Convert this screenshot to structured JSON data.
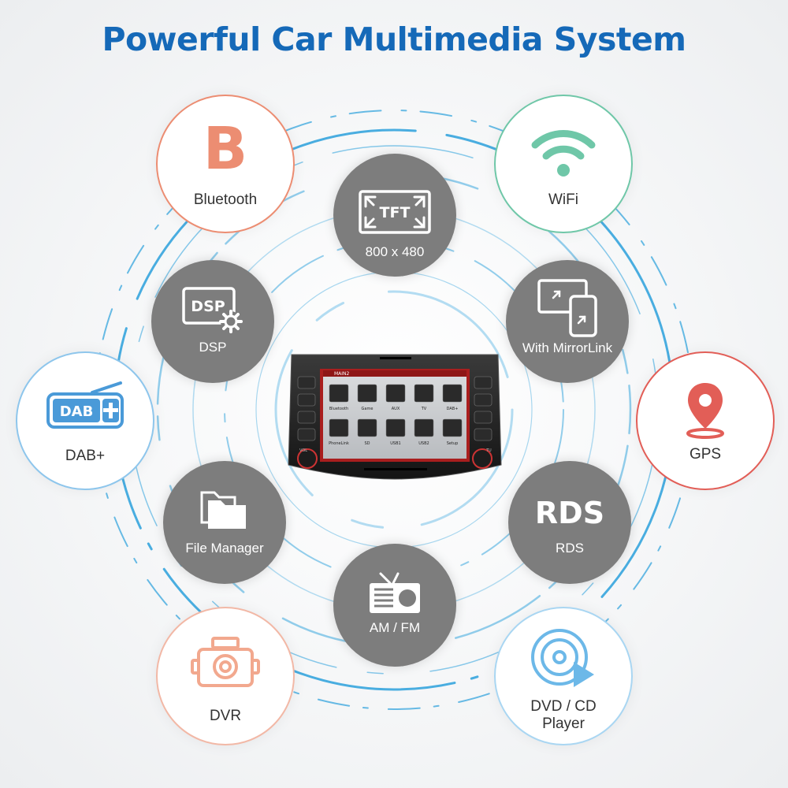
{
  "title": "Powerful Car Multimedia System",
  "colors": {
    "title": "#1569b8",
    "ring": "#2aa0dc",
    "bluetooth": "#ec8d72",
    "wifi": "#6fc7a8",
    "gps": "#e25e57",
    "dab": "#4a9ad8",
    "dvr": "#f2a88e",
    "dvd": "#6cb8e8",
    "feature_gray": "#7d7d7d"
  },
  "features": {
    "bluetooth": {
      "label": "Bluetooth",
      "icon": "bluetooth-b-icon",
      "glyph": "B"
    },
    "wifi": {
      "label": "WiFi",
      "icon": "wifi-icon"
    },
    "gps": {
      "label": "GPS",
      "icon": "map-pin-icon"
    },
    "dab": {
      "label": "DAB+",
      "icon": "dab-radio-icon",
      "badge": "DAB"
    },
    "dvr": {
      "label": "DVR",
      "icon": "dash-camera-icon"
    },
    "dvd": {
      "label_line1": "DVD / CD",
      "label_line2": "Player",
      "icon": "disc-play-icon"
    },
    "tft": {
      "label": "800 x 480",
      "icon": "tft-screen-icon",
      "badge": "TFT"
    },
    "mirrorlink": {
      "label": "With MirrorLink",
      "icon": "mirrorlink-icon"
    },
    "dsp": {
      "label": "DSP",
      "icon": "dsp-gear-icon",
      "badge": "DSP"
    },
    "rds": {
      "label": "RDS",
      "icon": "rds-text-icon",
      "glyph": "RDS"
    },
    "file_manager": {
      "label": "File Manager",
      "icon": "folder-icon"
    },
    "am_fm": {
      "label": "AM / FM",
      "icon": "radio-icon"
    }
  },
  "stereo": {
    "screen_title": "MAIN2",
    "apps_row1": [
      "Bluetooth",
      "Game",
      "AUX",
      "TV",
      "DAB+"
    ],
    "apps_row2": [
      "PhoneLink",
      "SD",
      "USB1",
      "USB2",
      "Setup"
    ],
    "knob_left": "VOL",
    "knob_right": "TU"
  }
}
